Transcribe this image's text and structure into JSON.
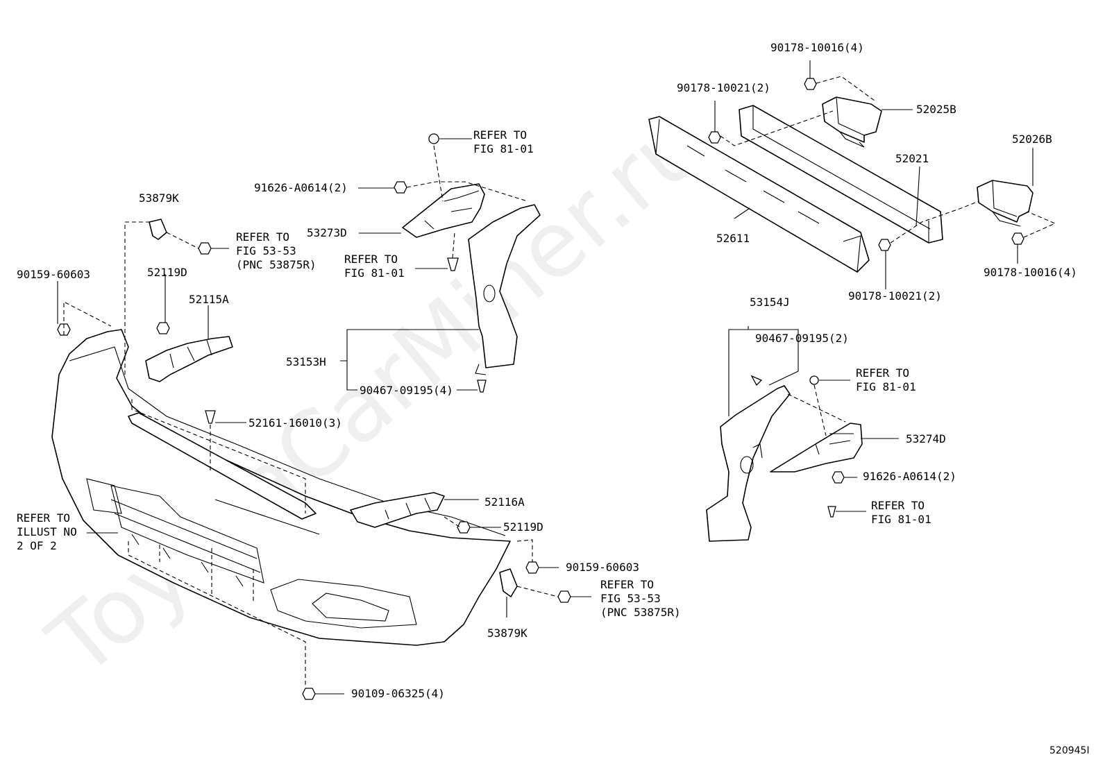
{
  "watermark": "ToyotaCarMiner.ru",
  "figure_id": "520945I",
  "labels": {
    "p52025B": "52025B",
    "p52026B": "52026B",
    "p52021": "52021",
    "p52611": "52611",
    "p53154J": "53154J",
    "p53153H": "53153H",
    "p53273D": "53273D",
    "p53274D": "53274D",
    "p53879K_top": "53879K",
    "p53879K_bottom": "53879K",
    "p52119D_top": "52119D",
    "p52119D_bottom": "52119D",
    "p52115A": "52115A",
    "p52116A": "52116A",
    "n90178_10016_top": "90178-10016(4)",
    "n90178_10016_right": "90178-10016(4)",
    "n90178_10021_top": "90178-10021(2)",
    "n90178_10021_bottom": "90178-10021(2)",
    "n91626_A0614_left": "91626-A0614(2)",
    "n91626_A0614_right": "91626-A0614(2)",
    "n90159_60603_left": "90159-60603",
    "n90159_60603_right": "90159-60603",
    "n90467_09195_left": "90467-09195(4)",
    "n90467_09195_right": "90467-09195(2)",
    "n52161_16010": "52161-16010(3)",
    "n90109_06325": "90109-06325(4)"
  },
  "refer": {
    "fig81_a_l1": "REFER TO",
    "fig81_a_l2": "FIG 81-01",
    "fig81_b_l1": "REFER TO",
    "fig81_b_l2": "FIG 81-01",
    "fig81_c_l1": "REFER TO",
    "fig81_c_l2": "FIG 81-01",
    "fig81_d_l1": "REFER TO",
    "fig81_d_l2": "FIG 81-01",
    "fig53_top_l1": "REFER TO",
    "fig53_top_l2": "FIG 53-53",
    "fig53_top_l3": "(PNC 53875R)",
    "fig53_bot_l1": "REFER TO",
    "fig53_bot_l2": "FIG 53-53",
    "fig53_bot_l3": "(PNC 53875R)",
    "illust_l1": "REFER TO",
    "illust_l2": "ILLUST NO",
    "illust_l3": "2 OF 2"
  }
}
